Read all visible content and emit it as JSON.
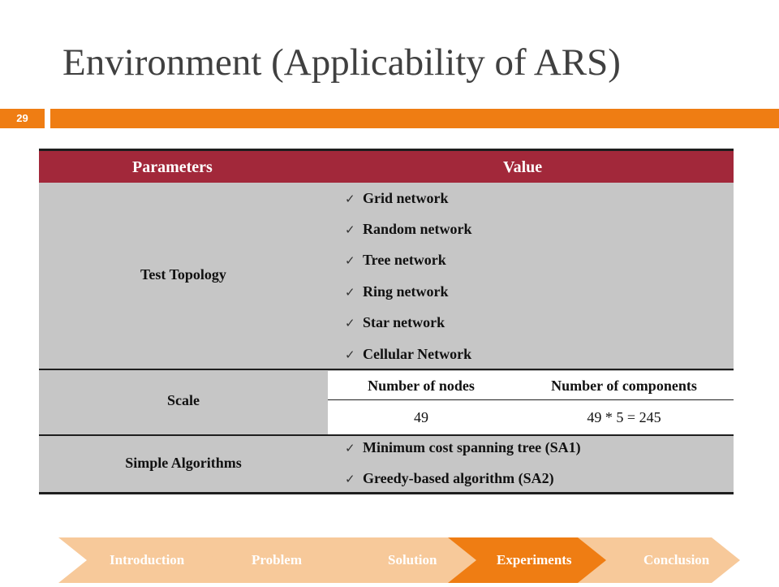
{
  "slide": {
    "title": "Environment (Applicability of ARS)",
    "number": "29",
    "accent_color": "#ef7d13"
  },
  "table": {
    "header_color": "#a2283a",
    "headers": {
      "parameters": "Parameters",
      "value": "Value"
    },
    "rows": {
      "topology": {
        "label": "Test Topology",
        "items": [
          "Grid network",
          "Random network",
          "Tree network",
          "Ring network",
          "Star network",
          "Cellular Network"
        ]
      },
      "scale": {
        "label": "Scale",
        "col_headers": [
          "Number of nodes",
          "Number of components"
        ],
        "values": [
          "49",
          "49 * 5 = 245"
        ]
      },
      "algorithms": {
        "label": "Simple Algorithms",
        "items": [
          "Minimum cost spanning tree (SA1)",
          "Greedy-based algorithm (SA2)"
        ]
      }
    },
    "check_icon": "check-icon"
  },
  "nav": {
    "steps": [
      {
        "label": "Introduction",
        "active": false
      },
      {
        "label": "Problem",
        "active": false
      },
      {
        "label": "Solution",
        "active": false
      },
      {
        "label": "Experiments",
        "active": true
      },
      {
        "label": "Conclusion",
        "active": false
      }
    ],
    "inactive_color": "#f7c99a",
    "active_color": "#ef7d13"
  }
}
